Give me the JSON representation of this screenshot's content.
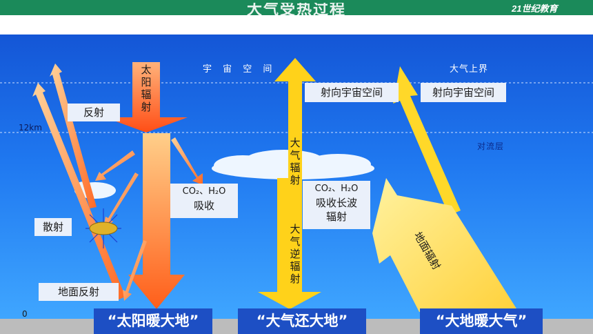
{
  "header": {
    "title": "大气受热过程",
    "logo": "21世纪教育"
  },
  "labels": {
    "space": "宇 宙 空 间",
    "upper_atmosphere": "大气上界",
    "altitude_12km": "12km",
    "troposphere": "对流层",
    "zero": "0"
  },
  "boxes": {
    "reflect": "反射",
    "scatter": "散射",
    "ground_reflect": "地面反射",
    "co2_absorb_line1": "CO₂、H₂O",
    "co2_absorb_line2": "吸收",
    "to_space_left": "射向宇宙空间",
    "to_space_right": "射向宇宙空间",
    "co2_long_line1": "CO₂、H₂O",
    "co2_long_line2": "吸收长波",
    "co2_long_line3": "辐射"
  },
  "arrows": {
    "solar_radiation": "太阳辐射",
    "atmospheric_radiation": "大气辐射",
    "atmospheric_counter_radiation": "大气逆辐射",
    "ground_radiation": "地面辐射"
  },
  "banners": {
    "sun_warms_earth": "“太阳暖大地”",
    "atmosphere_returns_earth": "“大气还大地”",
    "earth_warms_atmosphere": "“大地暖大气”"
  },
  "colors": {
    "sky_top": "#1456d6",
    "solar_arrow": "#ff5a1f",
    "atmos_arrow": "#ffd21a",
    "banner": "#1d4fc4"
  }
}
